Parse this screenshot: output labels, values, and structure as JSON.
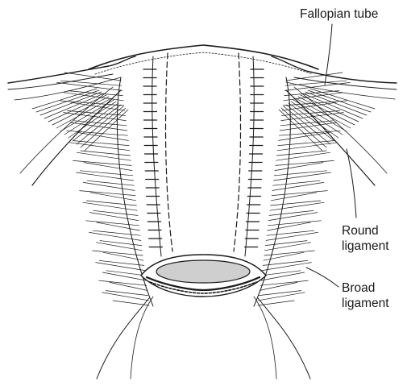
{
  "labels": {
    "fallopian_tube": "Fallopian tube",
    "round_ligament": [
      "Round",
      "ligament"
    ],
    "broad_ligament": [
      "Broad",
      "ligament"
    ]
  },
  "colors": {
    "ink": "#1a1a1a",
    "cervix_fill": "#cfcfcf",
    "background": "#ffffff"
  }
}
